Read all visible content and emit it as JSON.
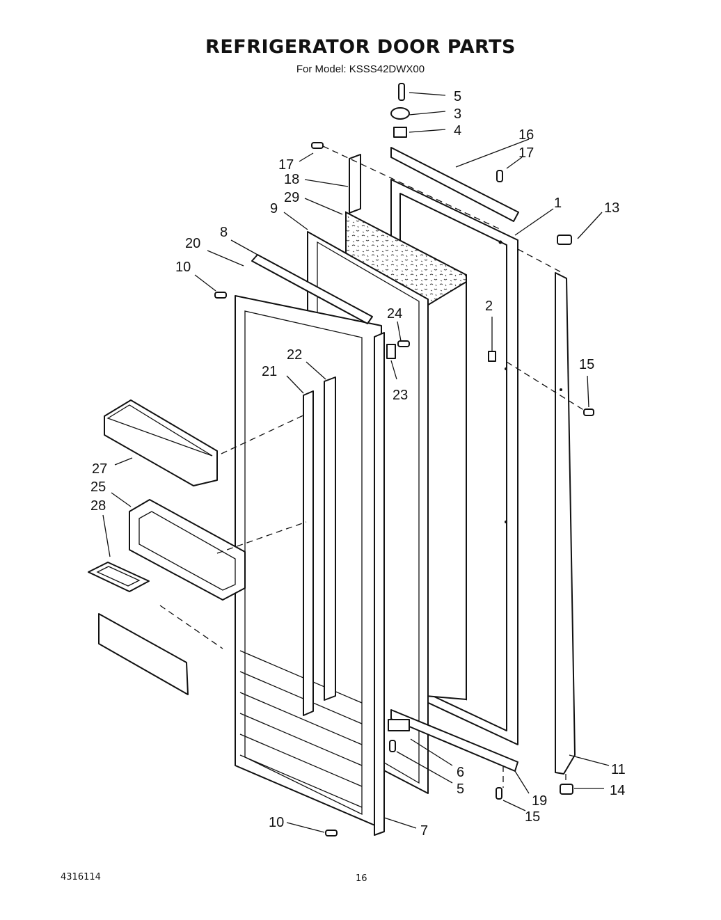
{
  "title": "REFRIGERATOR DOOR PARTS",
  "subtitle": "For Model: KSSS42DWX00",
  "footer": {
    "doc_number": "4316114",
    "page_number": "16"
  },
  "callouts": {
    "c1": "1",
    "c2": "2",
    "c3": "3",
    "c4": "4",
    "c5_top": "5",
    "c5_bottom": "5",
    "c6": "6",
    "c7": "7",
    "c8": "8",
    "c9": "9",
    "c10_top": "10",
    "c10_bottom": "10",
    "c11": "11",
    "c13": "13",
    "c14": "14",
    "c15_right": "15",
    "c15_bottom": "15",
    "c16": "16",
    "c17_left": "17",
    "c17_right": "17",
    "c18": "18",
    "c19": "19",
    "c20": "20",
    "c21": "21",
    "c22": "22",
    "c23": "23",
    "c24": "24",
    "c25": "25",
    "c27": "27",
    "c28": "28",
    "c29": "29"
  }
}
